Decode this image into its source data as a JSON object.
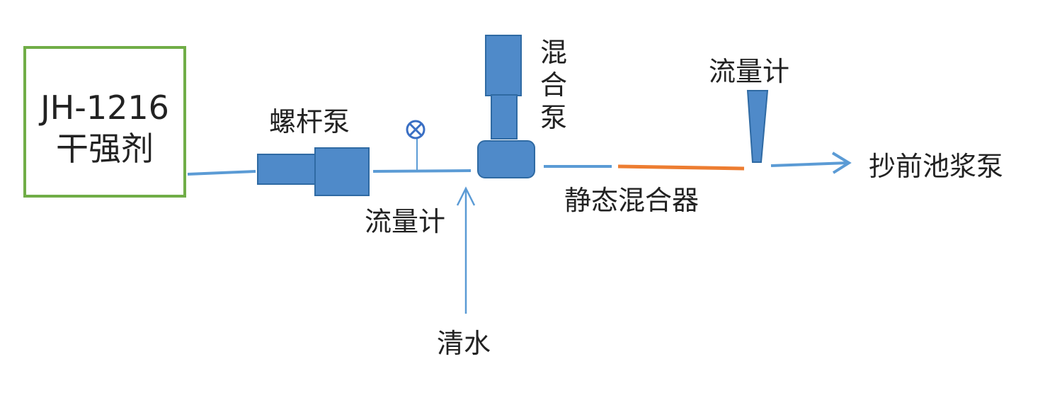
{
  "source": {
    "line1": "JH-1216",
    "line2": "干强剂"
  },
  "labels": {
    "screw_pump": "螺杆泵",
    "flowmeter_left": "流量计",
    "clear_water": "清水",
    "mixing_pump_chars": [
      "混",
      "合",
      "泵"
    ],
    "static_mixer": "静态混合器",
    "flowmeter_right": "流量计",
    "destination": "抄前池浆泵"
  },
  "colors": {
    "pipe": "#5b9bd5",
    "equipment": "#4f8ac9",
    "equipment_border": "#2f6aa3",
    "static_mixer": "#ed7d31",
    "source_border": "#70ad47",
    "valve": "#3a6fc4"
  },
  "icons": {
    "valve": "valve-icon",
    "arrow": "arrow-right-icon"
  }
}
